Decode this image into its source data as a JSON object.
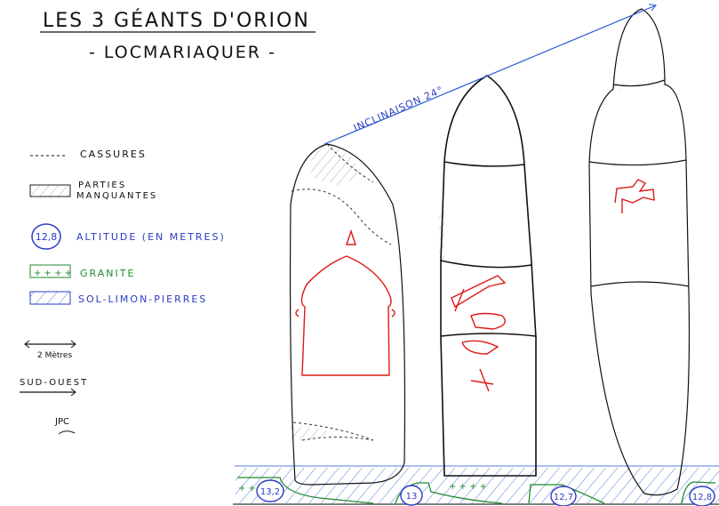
{
  "title": "LES 3 GÉANTS D'ORION",
  "subtitle": "- LOCMARIAQUER -",
  "inclination_label": "INCLINAISON 24°",
  "legend": {
    "cassures": "CASSURES",
    "parties_line1": "PARTIES",
    "parties_line2": "MANQUANTES",
    "altitude_sample": "12,8",
    "altitude": "ALTITUDE (EN METRES)",
    "granite": "GRANITE",
    "sol": "SOL-LIMON-PIERRES",
    "scale": "2 Mètres",
    "direction": "SUD-OUEST",
    "author": "JPC"
  },
  "altitudes": [
    "13,2",
    "13",
    "12,7",
    "12,8"
  ],
  "colors": {
    "ink": "#111111",
    "blue": "#2a3bc4",
    "green": "#1f8a2e",
    "red": "#e01818",
    "hatch_blue": "#6d8fe0",
    "hatch_grey": "#b0b0b0"
  }
}
